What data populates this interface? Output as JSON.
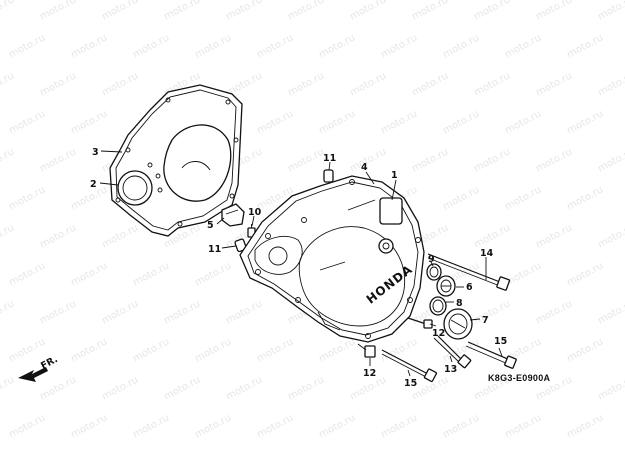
{
  "watermark": {
    "text": "moto.ru"
  },
  "diagram_code": "K8G3-E0900A",
  "direction": {
    "label": "FR."
  },
  "callouts": [
    {
      "label": "1"
    },
    {
      "label": "2"
    },
    {
      "label": "3"
    },
    {
      "label": "4"
    },
    {
      "label": "5"
    },
    {
      "label": "6"
    },
    {
      "label": "7"
    },
    {
      "label": "8"
    },
    {
      "label": "9"
    },
    {
      "label": "10"
    },
    {
      "label": "11"
    },
    {
      "label": "11"
    },
    {
      "label": "12"
    },
    {
      "label": "12"
    },
    {
      "label": "13"
    },
    {
      "label": "14"
    },
    {
      "label": "15"
    },
    {
      "label": "15"
    }
  ],
  "cover_text": {
    "brand": "HONDA"
  }
}
